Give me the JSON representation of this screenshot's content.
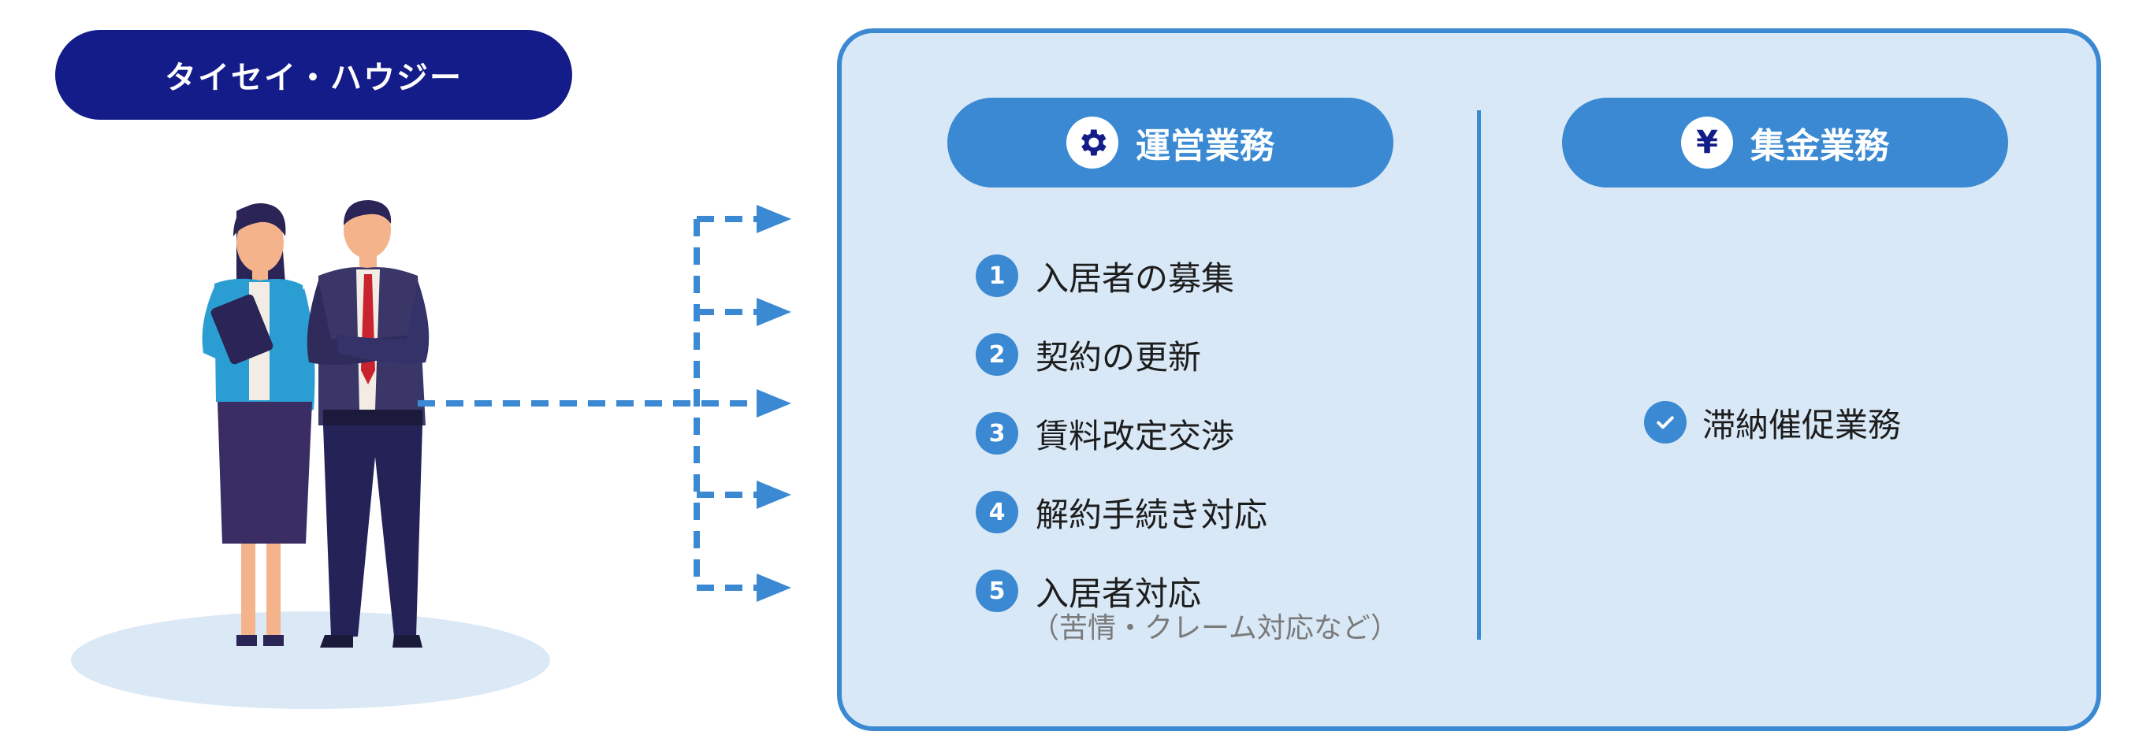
{
  "company": {
    "name": "タイセイ・ハウジー"
  },
  "operations": {
    "title": "運営業務",
    "icon": "gear-icon",
    "items": [
      {
        "num": "1",
        "label": "入居者の募集"
      },
      {
        "num": "2",
        "label": "契約の更新"
      },
      {
        "num": "3",
        "label": "賃料改定交渉"
      },
      {
        "num": "4",
        "label": "解約手続き対応"
      },
      {
        "num": "5",
        "label": "入居者対応"
      }
    ],
    "note": "（苦情・クレーム対応など）"
  },
  "collection": {
    "title": "集金業務",
    "icon": "yen-icon",
    "icon_glyph": "¥",
    "items": [
      {
        "label": "滞納催促業務",
        "icon": "check-icon"
      }
    ]
  },
  "colors": {
    "navy": "#131c88",
    "accent": "#3a89d2",
    "panel_bg": "#d9e8f6",
    "ground": "#dbe8f5"
  }
}
